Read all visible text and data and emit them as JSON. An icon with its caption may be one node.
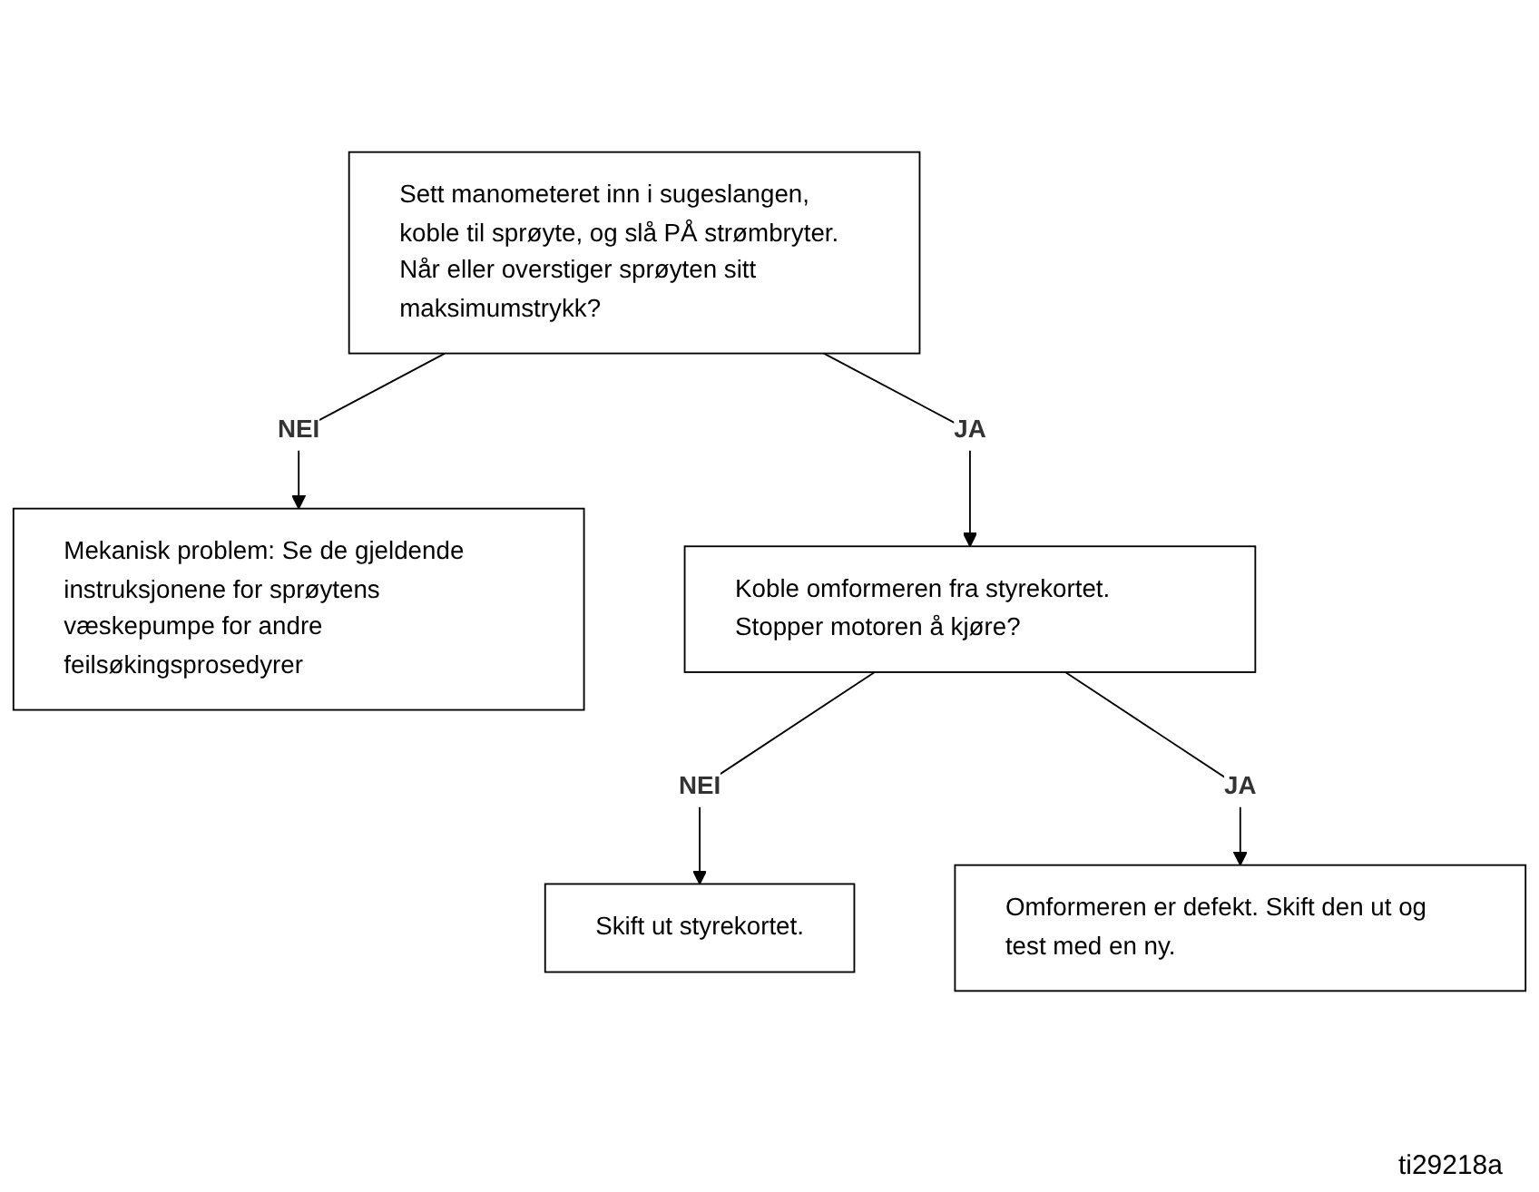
{
  "diagram": {
    "nodes": [
      {
        "text": [
          "Sett manometeret inn i sugeslangen, koble til sprøyte, og slå PÅ strømbryter. Når eller overstiger sprøyten sitt maksimumstrykk?"
        ]
      },
      {
        "text": [
          "Mekanisk problem: Se de gjeldende instruksjonene for sprøytens væskepumpe for andre feilsøkingsprosedyrer"
        ]
      },
      {
        "text": [
          "Koble omformeren fra styrekortet. Stopper motoren å kjøre?"
        ]
      },
      {
        "text": [
          "Skift ut styrekortet."
        ]
      },
      {
        "text": [
          "Omformeren er defekt. Skift den ut og test med en ny."
        ]
      }
    ],
    "edges": [
      {
        "from": 0,
        "to": 1,
        "label": "NEI",
        "arrow": "to"
      },
      {
        "from": 0,
        "to": 2,
        "label": "JA",
        "arrow": "to"
      },
      {
        "from": 2,
        "to": 3,
        "label": "NEI",
        "arrow": "to"
      },
      {
        "from": 2,
        "to": 4,
        "label": "JA",
        "arrow": "to"
      }
    ],
    "labels": [
      "ti29218a"
    ]
  }
}
